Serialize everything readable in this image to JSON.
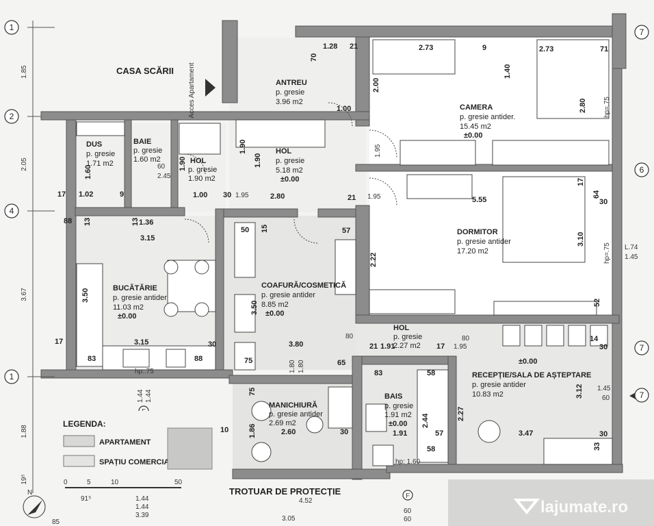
{
  "axes_left": [
    "1",
    "2",
    "4",
    "1"
  ],
  "axes_right": [
    "7",
    "6",
    "7",
    "7"
  ],
  "left_dims": [
    "1.85",
    "2.05",
    "3.67",
    "1.88",
    "19⁵"
  ],
  "labels": {
    "stair": "CASA SCĂRII",
    "access": "Acces Apartament",
    "sidewalk": "TROTUAR DE PROTECȚIE",
    "north": "N",
    "f_mark": "F"
  },
  "rooms": [
    {
      "id": "antreu",
      "name": "ANTREU",
      "floor": "p. gresie",
      "area": "3.96 m2",
      "level": ""
    },
    {
      "id": "camera",
      "name": "CAMERA",
      "floor": "p. gresie antider.",
      "area": "15.45 m2",
      "level": "±0.00"
    },
    {
      "id": "dus",
      "name": "DUS",
      "floor": "p. gresie",
      "area": "1.71 m2",
      "level": ""
    },
    {
      "id": "baie",
      "name": "BAIE",
      "floor": "p. gresie",
      "area": "1.60 m2",
      "level": ""
    },
    {
      "id": "hol1",
      "name": "HOL",
      "floor": "p. gresie",
      "area": "1.90 m2",
      "level": ""
    },
    {
      "id": "hol2",
      "name": "HOL",
      "floor": "p. gresie",
      "area": "5.18 m2",
      "level": "±0.00"
    },
    {
      "id": "dormitor",
      "name": "DORMITOR",
      "floor": "p. gresie antider",
      "area": "17.20 m2",
      "level": ""
    },
    {
      "id": "bucatarie",
      "name": "BUCĂTĂRIE",
      "floor": "p. gresie antider",
      "area": "11.03 m2",
      "level": "±0.00"
    },
    {
      "id": "coafura",
      "name": "COAFURĂ/COSMETICĂ",
      "floor": "p. gresie antider",
      "area": "8.85 m2",
      "level": "±0.00"
    },
    {
      "id": "hol3",
      "name": "HOL",
      "floor": "p. gresie",
      "area": "2.27 m2",
      "level": "±0.00"
    },
    {
      "id": "receptie",
      "name": "RECEPȚIE/SALA DE AȘTEPTARE",
      "floor": "p. gresie antider",
      "area": "10.83 m2",
      "level": "±0.00"
    },
    {
      "id": "manichiura",
      "name": "MANICHIURĂ",
      "floor": "p. gresie antider",
      "area": "2.69 m2",
      "level": ""
    },
    {
      "id": "bais",
      "name": "BAIS",
      "floor": "p. gresie",
      "area": "1.91 m2",
      "level": "±0.00"
    }
  ],
  "dims": {
    "d128": "1.28",
    "d21a": "21",
    "d273a": "2.73",
    "d9a": "9",
    "d273b": "2.73",
    "d71": "71",
    "d70a": "70",
    "d200": "2.00",
    "d140": "1.40",
    "d280": "2.80",
    "d100a": "1.00",
    "d195a": "1.95",
    "d190a": "1.90",
    "d190b": "1.90",
    "d190c": "1.90",
    "d60": "60",
    "d245": "2.45",
    "d160": "1.60",
    "d102": "1.02",
    "d9b": "9",
    "d100b": "1.00",
    "d30a": "30",
    "d195b": "1.95",
    "d280b": "2.80",
    "d21b": "21",
    "d195c": "1.95",
    "d555": "5.55",
    "d30b": "30",
    "d64": "64",
    "d17a": "17",
    "d17b": "17",
    "d88a": "88",
    "d13a": "13",
    "d136": "1.36",
    "d13b": "13",
    "d15a": "15",
    "d50": "50",
    "d57a": "57",
    "d315a": "3.15",
    "d222": "2.22",
    "d310": "3.10",
    "d350a": "3.50",
    "d350b": "3.50",
    "d52": "52",
    "d17c": "17",
    "d315b": "3.15",
    "d30c": "30",
    "d380": "3.80",
    "d80": "80",
    "d21c": "21",
    "d191a": "1.91",
    "d17d": "17",
    "d80b": "80",
    "d195d": "1.95",
    "d14": "14",
    "d30d": "30",
    "d83a": "83",
    "d88b": "88",
    "d75a": "75",
    "d65": "65",
    "d83b": "83",
    "d58a": "58",
    "d180a": "1.80",
    "d180b": "1.80",
    "d144a": "1.44",
    "d144b": "1.44",
    "d75b": "75",
    "d186": "1.86",
    "d260": "2.60",
    "d30e": "30",
    "d244": "2.44",
    "d227": "2.27",
    "d347": "3.47",
    "d312": "3.12",
    "d145": "1.45",
    "d60b": "60",
    "d10": "10",
    "d191b": "1.91",
    "d57b": "57",
    "d58b": "58",
    "d33": "33",
    "d30f": "30",
    "d144c": "1.44",
    "d144d": "1.44",
    "d339": "3.39",
    "d305": "3.05",
    "d452": "4.52",
    "d91": "91⁵",
    "d85": "85",
    "d60c": "60",
    "d60d": "60",
    "hp160": "hp: 1.60",
    "hp75a": "hp=.75",
    "hp75b": "hp=.75",
    "hp75c": "hp:.75",
    "l74": "L.74",
    "l145": "1.45"
  },
  "legend": {
    "title": "LEGENDA:",
    "items": [
      "APARTAMENT",
      "SPAȚIU COMERCIAL"
    ],
    "scale": [
      "0",
      "5",
      "10",
      "50"
    ]
  },
  "watermark": "lajumate.ro",
  "colors": {
    "apartment": "#ffffff",
    "commercial": "#e8e8e8",
    "wall": "#8c8c8c"
  }
}
